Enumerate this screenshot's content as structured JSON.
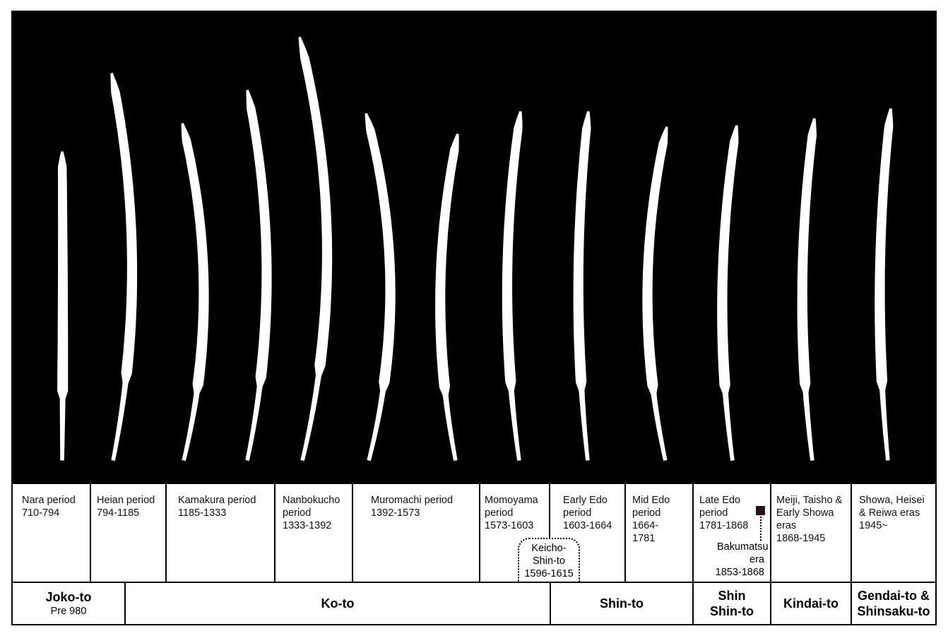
{
  "periods": [
    {
      "name": "Nara period",
      "years": "710-794"
    },
    {
      "name": "Heian period",
      "years": "794-1185"
    },
    {
      "name": "Kamakura period",
      "years": "1185-1333"
    },
    {
      "name": "Nanbokucho period",
      "years": "1333-1392"
    },
    {
      "name": "Muromachi period",
      "years": "1392-1573"
    },
    {
      "name": "Momoyama period",
      "years": "1573-1603"
    },
    {
      "name": "Early Edo period",
      "years": "1603-1664"
    },
    {
      "name": "Mid Edo period",
      "years": "1664-1781"
    },
    {
      "name": "Late Edo period",
      "years": "1781-1868"
    },
    {
      "name": "Meiji, Taisho & Early Showa eras",
      "years": "1868-1945"
    },
    {
      "name": "Showa, Heisei & Reiwa eras",
      "years": "1945~"
    }
  ],
  "keicho": {
    "name": "Keicho-Shin-to",
    "years": "1596-1615"
  },
  "bakumatsu": {
    "name": "Bakumatsu era",
    "years": "1853-1868"
  },
  "categories": [
    {
      "name": "Joko-to",
      "sub": "Pre 980"
    },
    {
      "name": "Ko-to"
    },
    {
      "name": "Shin-to"
    },
    {
      "name": "Shin Shin-to"
    },
    {
      "name": "Kindai-to"
    },
    {
      "name": "Gendai-to & Shinsaku-to"
    }
  ]
}
